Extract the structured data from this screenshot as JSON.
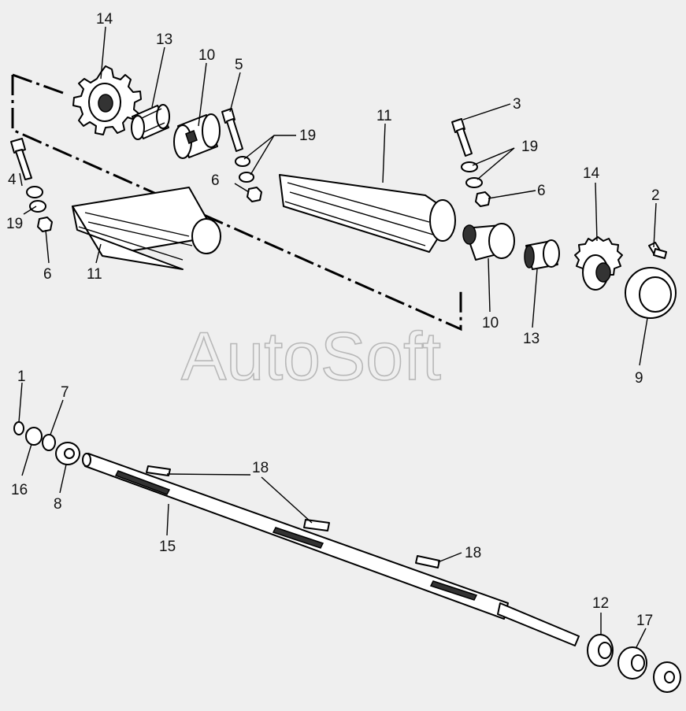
{
  "watermark": "AutoSoft",
  "labels": [
    {
      "id": "l14a",
      "text": "14"
    },
    {
      "id": "l13a",
      "text": "13"
    },
    {
      "id": "l10a",
      "text": "10"
    },
    {
      "id": "l5",
      "text": "5"
    },
    {
      "id": "l19a",
      "text": "19"
    },
    {
      "id": "l11a",
      "text": "11"
    },
    {
      "id": "l3",
      "text": "3"
    },
    {
      "id": "l19b",
      "text": "19"
    },
    {
      "id": "l6a",
      "text": "6"
    },
    {
      "id": "l14b",
      "text": "14"
    },
    {
      "id": "l2",
      "text": "2"
    },
    {
      "id": "l4",
      "text": "4"
    },
    {
      "id": "l6b",
      "text": "6"
    },
    {
      "id": "l19c",
      "text": "19"
    },
    {
      "id": "l6c",
      "text": "6"
    },
    {
      "id": "l11b",
      "text": "11"
    },
    {
      "id": "l10b",
      "text": "10"
    },
    {
      "id": "l13b",
      "text": "13"
    },
    {
      "id": "l9",
      "text": "9"
    },
    {
      "id": "l1",
      "text": "1"
    },
    {
      "id": "l7",
      "text": "7"
    },
    {
      "id": "l16",
      "text": "16"
    },
    {
      "id": "l8",
      "text": "8"
    },
    {
      "id": "l18a",
      "text": "18"
    },
    {
      "id": "l15",
      "text": "15"
    },
    {
      "id": "l18b",
      "text": "18"
    },
    {
      "id": "l12",
      "text": "12"
    },
    {
      "id": "l17",
      "text": "17"
    }
  ]
}
